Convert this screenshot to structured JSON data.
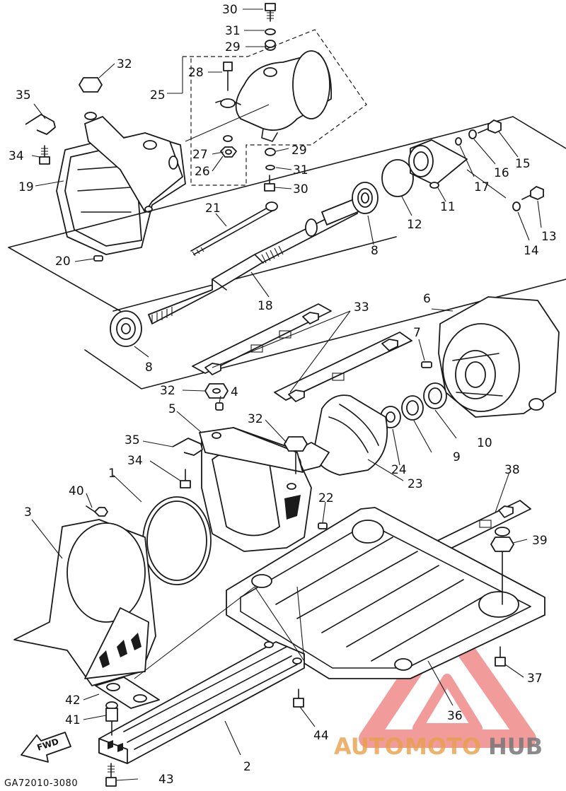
{
  "diagram": {
    "code": "GA72010-3080",
    "fwd_label": "FWD",
    "callouts": [
      "1",
      "2",
      "3",
      "4",
      "5",
      "6",
      "7",
      "8",
      "8",
      "9",
      "10",
      "11",
      "12",
      "13",
      "14",
      "15",
      "16",
      "17",
      "18",
      "19",
      "20",
      "21",
      "22",
      "23",
      "24",
      "25",
      "26",
      "27",
      "28",
      "29",
      "29",
      "30",
      "30",
      "31",
      "31",
      "32",
      "32",
      "32",
      "33",
      "34",
      "34",
      "35",
      "35",
      "36",
      "37",
      "38",
      "39",
      "40",
      "41",
      "42",
      "43",
      "44"
    ]
  },
  "watermark": {
    "auto": "AUTO",
    "moto": "MOTO",
    "hub": "HUB",
    "color_primary": "#e8a04a",
    "color_secondary": "#777777",
    "color_triangle": "#e84a4a"
  }
}
